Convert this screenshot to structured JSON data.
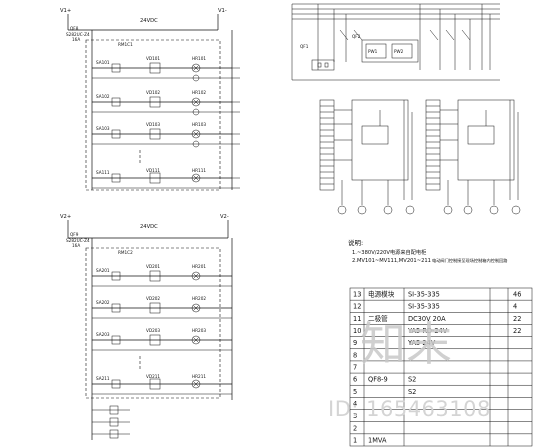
{
  "circuit_top": {
    "bus_left": "V1+",
    "bus_right": "V1-",
    "voltage": "24VDC",
    "breaker": "QF8",
    "breaker_model": "S282UC-Z4",
    "breaker_rating": "16A",
    "module": "RM1C1",
    "rows": [
      {
        "switch": "SA101",
        "valve": "VD101",
        "lamp": "HR101"
      },
      {
        "switch": "SA102",
        "valve": "VD102",
        "lamp": "HR102"
      },
      {
        "switch": "SA103",
        "valve": "VD103",
        "lamp": "HR103"
      },
      {
        "switch": "SA111",
        "valve": "VD111",
        "lamp": "HR111"
      }
    ]
  },
  "circuit_bottom": {
    "bus_left": "V2+",
    "bus_right": "V2-",
    "voltage": "24VDC",
    "breaker": "QF9",
    "breaker_model": "S282UC-Z4",
    "breaker_rating": "16A",
    "module": "RM1C2",
    "rows": [
      {
        "switch": "SA201",
        "valve": "VD201",
        "lamp": "HR201"
      },
      {
        "switch": "SA202",
        "valve": "VD202",
        "lamp": "HR202"
      },
      {
        "switch": "SA203",
        "valve": "VD203",
        "lamp": "HR203"
      },
      {
        "switch": "SA211",
        "valve": "VD211",
        "lamp": "HR211"
      }
    ]
  },
  "power_panel": {
    "breakers": [
      "QF1",
      "QF2"
    ],
    "modules": [
      "PW1",
      "PW2"
    ]
  },
  "notes": {
    "heading": "说明:",
    "line1": "1.~380V/220V电源来自配电柜",
    "line2": "2.MV101~MV111,MV201~211",
    "line2_tail": "电动阀门控制接至现场控制箱内控制回路"
  },
  "table": {
    "rows": [
      {
        "no": "13",
        "name": "电源模块",
        "spec": "SI-35-335",
        "qty": "46"
      },
      {
        "no": "12",
        "name": "",
        "spec": "SI-35-335",
        "qty": "4"
      },
      {
        "no": "11",
        "name": "二极管",
        "spec": "DC30V 20A",
        "qty": "22"
      },
      {
        "no": "10",
        "name": "",
        "spec": "YA5 RD-24V",
        "qty": "22"
      },
      {
        "no": "9",
        "name": "",
        "spec": "YA5 24V",
        "qty": ""
      },
      {
        "no": "8",
        "name": "",
        "spec": "",
        "qty": ""
      },
      {
        "no": "7",
        "name": "",
        "spec": "",
        "qty": ""
      },
      {
        "no": "6",
        "name": "QF8-9",
        "spec": "S2",
        "qty": ""
      },
      {
        "no": "5",
        "name": "",
        "spec": "S2",
        "qty": ""
      },
      {
        "no": "4",
        "name": "",
        "spec": "",
        "qty": ""
      },
      {
        "no": "3",
        "name": "",
        "spec": "",
        "qty": ""
      },
      {
        "no": "2",
        "name": "",
        "spec": "",
        "qty": ""
      },
      {
        "no": "1",
        "name": "1MVA",
        "spec": "",
        "qty": ""
      }
    ]
  },
  "watermark": {
    "brand": "知末",
    "id": "ID: 165463108"
  }
}
